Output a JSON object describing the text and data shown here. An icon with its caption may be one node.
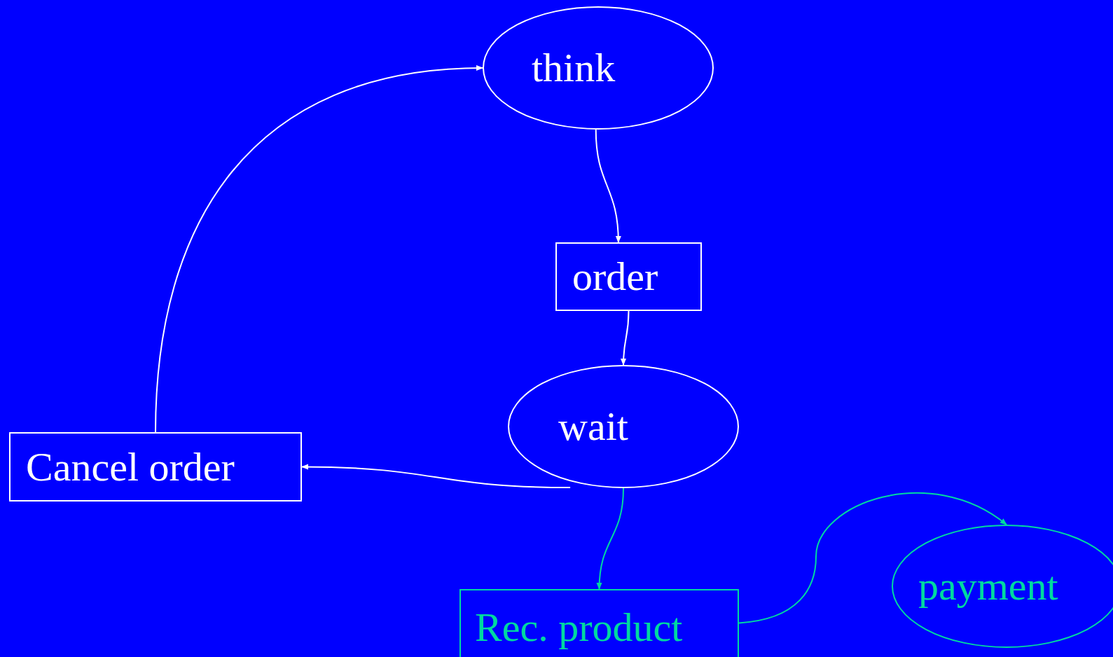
{
  "diagram": {
    "nodes": [
      {
        "text": [
          "think"
        ]
      },
      {
        "text": [
          "order"
        ]
      },
      {
        "text": [
          "wait"
        ]
      },
      {
        "text": [
          "Cancel order"
        ]
      },
      {
        "text": [
          "Rec. product"
        ]
      },
      {
        "text": [
          "payment"
        ]
      }
    ],
    "edges": [
      {
        "from": 0,
        "to": 1,
        "arrow": "to"
      },
      {
        "from": 1,
        "to": 2,
        "arrow": "to"
      },
      {
        "from": 2,
        "to": 3,
        "arrow": "to"
      },
      {
        "from": 3,
        "to": 0,
        "arrow": "to"
      },
      {
        "from": 2,
        "to": 4,
        "arrow": "to",
        "color": "#00d9a0"
      },
      {
        "from": 4,
        "to": 5,
        "arrow": "to",
        "color": "#00d9a0"
      }
    ]
  }
}
